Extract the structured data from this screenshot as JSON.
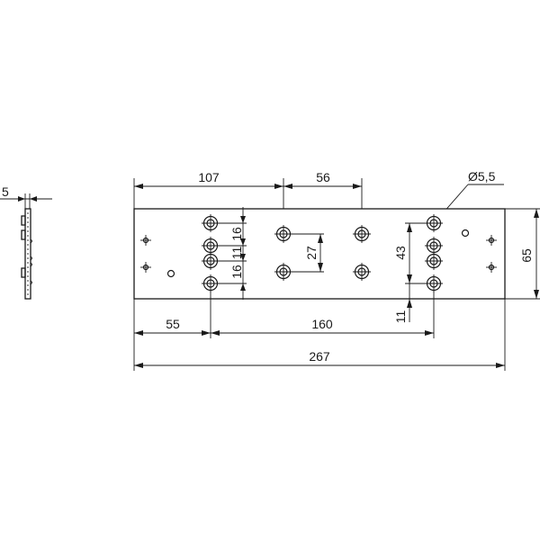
{
  "drawing": {
    "dimensions": {
      "dim_107": "107",
      "dim_56": "56",
      "dim_55": "55",
      "dim_160": "160",
      "dim_267": "267",
      "dim_65": "65",
      "dim_43": "43",
      "dim_27": "27",
      "dim_16_top": "16",
      "dim_11_mid": "11",
      "dim_16_bottom": "16",
      "dim_11_bottom": "11",
      "dim_diameter": "Ø5,5",
      "dim_5_side": "5"
    },
    "colors": {
      "line": "#1a1a1a",
      "background": "#ffffff"
    }
  }
}
